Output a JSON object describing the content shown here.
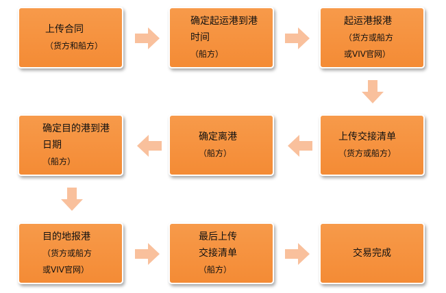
{
  "steps": [
    {
      "lines": [
        "上传合同",
        "（货方和船方）"
      ]
    },
    {
      "lines": [
        "确定起运港到港",
        "时间",
        "（船方）"
      ]
    },
    {
      "lines": [
        "起运港报港",
        "（货方或船方",
        "或VIV官网）"
      ]
    },
    {
      "lines": [
        "上传交接清单",
        "（货方或船方）"
      ]
    },
    {
      "lines": [
        "确定离港",
        "（船方）"
      ]
    },
    {
      "lines": [
        "确定目的港到港",
        "日期",
        "（船方）"
      ]
    },
    {
      "lines": [
        "目的地报港",
        "（货方或船方",
        "或VIV官网）"
      ]
    },
    {
      "lines": [
        "最后上传",
        "交接清单",
        "（船方）"
      ]
    },
    {
      "lines": [
        "交易完成"
      ]
    }
  ],
  "colors": {
    "box_fill": "#f48b35",
    "box_border": "#ffffff",
    "arrow_fill": "#f9c09c",
    "text": "#111111"
  },
  "arrows": [
    "right",
    "right",
    "down",
    "left",
    "left",
    "down",
    "right",
    "right"
  ]
}
